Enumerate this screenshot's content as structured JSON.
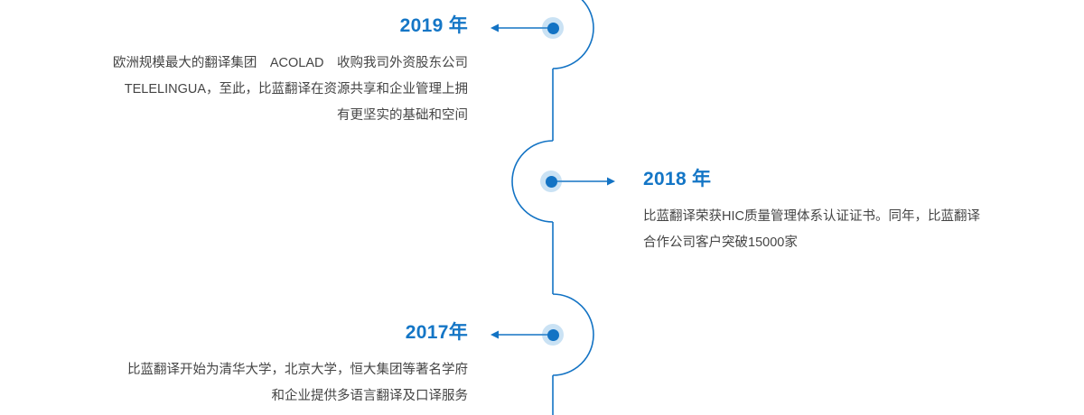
{
  "theme": {
    "accent": "#1476C6",
    "line": "#1373C4",
    "dot_core": "#1373C4",
    "dot_halo": "rgba(63,150,216,0.28)",
    "text": "#454545",
    "background": "#ffffff"
  },
  "timeline": {
    "events": [
      {
        "id": "2019",
        "year": "2019 年",
        "side": "left",
        "arrow_direction": "left",
        "description": "欧洲规模最大的翻译集团　ACOLAD　收购我司外资股东公司\nTELELINGUA，至此，比蓝翻译在资源共享和企业管理上拥\n有更坚实的基础和空间"
      },
      {
        "id": "2018",
        "year": "2018 年",
        "side": "right",
        "arrow_direction": "right",
        "description": "比蓝翻译荣获HIC质量管理体系认证证书。同年，比蓝翻译\n合作公司客户突破15000家"
      },
      {
        "id": "2017",
        "year": "2017年",
        "side": "left",
        "arrow_direction": "left",
        "description": "比蓝翻译开始为清华大学，北京大学，恒大集团等著名学府\n和企业提供多语言翻译及口译服务"
      }
    ]
  }
}
